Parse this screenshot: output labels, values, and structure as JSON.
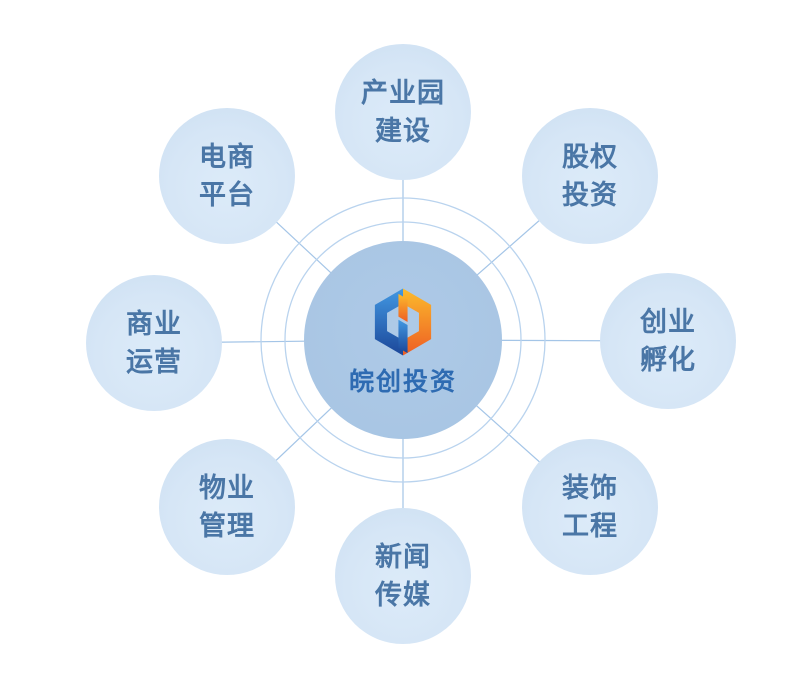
{
  "diagram": {
    "center": {
      "label": "皖创投资",
      "logo_icon": "cube-logo-icon",
      "fill_color": "#a9c6e4",
      "label_color": "#2e6bb2",
      "logo_colors": {
        "blue_top": "#4298e2",
        "blue_bottom": "#1c4799",
        "orange_top": "#fbbb2c",
        "orange_bottom": "#ee5e24"
      }
    },
    "orbit": {
      "ring_color": "#b9d3ee",
      "connector_line_color": "#a4c5e7"
    },
    "satellite_style": {
      "fill_color": "#d6e6f6",
      "text_color": "#4a76a6"
    },
    "satellites": [
      {
        "name": "industrial-park-construction",
        "position": "top",
        "lines": [
          "产业园",
          "建设"
        ]
      },
      {
        "name": "equity-investment",
        "position": "top-right",
        "lines": [
          "股权",
          "投资"
        ]
      },
      {
        "name": "startup-incubation",
        "position": "right",
        "lines": [
          "创业",
          "孵化"
        ]
      },
      {
        "name": "decoration-engineering",
        "position": "bottom-right",
        "lines": [
          "装饰",
          "工程"
        ]
      },
      {
        "name": "news-media",
        "position": "bottom",
        "lines": [
          "新闻",
          "传媒"
        ]
      },
      {
        "name": "property-management",
        "position": "bottom-left",
        "lines": [
          "物业",
          "管理"
        ]
      },
      {
        "name": "business-operations",
        "position": "left",
        "lines": [
          "商业",
          "运营"
        ]
      },
      {
        "name": "ecommerce-platform",
        "position": "top-left",
        "lines": [
          "电商",
          "平台"
        ]
      }
    ]
  }
}
